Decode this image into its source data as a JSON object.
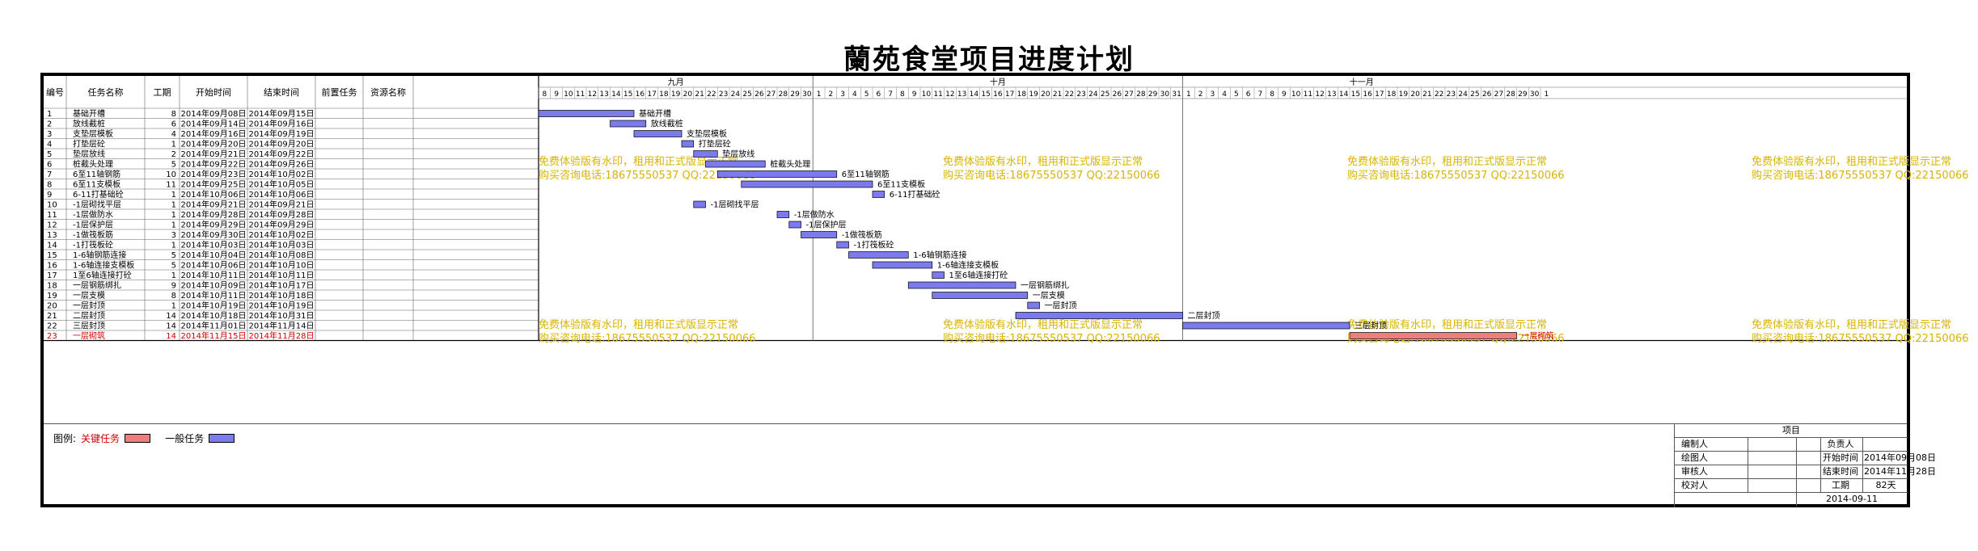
{
  "title": "蘭苑食堂项目进度计划",
  "table_headers": [
    "编号",
    "任务名称",
    "工期",
    "开始时间",
    "结束时间",
    "前置任务",
    "资源名称"
  ],
  "months": [
    "九月",
    "十月",
    "十一月"
  ],
  "month_days": {
    "sep": [
      "8",
      "9",
      "10",
      "11",
      "12",
      "13",
      "14",
      "15",
      "16",
      "17",
      "18",
      "19",
      "20",
      "21",
      "22",
      "23",
      "24",
      "25",
      "26",
      "27",
      "28",
      "29",
      "30"
    ],
    "oct": [
      "1",
      "2",
      "3",
      "4",
      "5",
      "6",
      "7",
      "8",
      "9",
      "10",
      "11",
      "12",
      "13",
      "14",
      "15",
      "16",
      "17",
      "18",
      "19",
      "20",
      "21",
      "22",
      "23",
      "24",
      "25",
      "26",
      "27",
      "28",
      "29",
      "30",
      "31"
    ],
    "nov": [
      "1",
      "2",
      "3",
      "4",
      "5",
      "6",
      "7",
      "8",
      "9",
      "10",
      "11",
      "12",
      "13",
      "14",
      "15",
      "16",
      "17",
      "18",
      "19",
      "20",
      "21",
      "22",
      "23",
      "24",
      "25",
      "26",
      "27",
      "28",
      "29",
      "30",
      "1"
    ]
  },
  "tasks": [
    {
      "id": "1",
      "name": "基础开槽",
      "duration": "8",
      "start": "2014年09月08日",
      "end": "2014年09月15日",
      "bar_label": "基础开槽",
      "critical": false
    },
    {
      "id": "2",
      "name": "放线截桩",
      "duration": "6",
      "start": "2014年09月14日",
      "end": "2014年09月16日",
      "bar_label": "放线截桩",
      "critical": false
    },
    {
      "id": "3",
      "name": "支垫层模板",
      "duration": "4",
      "start": "2014年09月16日",
      "end": "2014年09月19日",
      "bar_label": "支垫层模板",
      "critical": false
    },
    {
      "id": "4",
      "name": "打垫层砼",
      "duration": "1",
      "start": "2014年09月20日",
      "end": "2014年09月20日",
      "bar_label": "打垫层砼",
      "critical": false
    },
    {
      "id": "5",
      "name": "垫层放线",
      "duration": "2",
      "start": "2014年09月21日",
      "end": "2014年09月22日",
      "bar_label": "垫层放线",
      "critical": false
    },
    {
      "id": "6",
      "name": "桩截头处理",
      "duration": "5",
      "start": "2014年09月22日",
      "end": "2014年09月26日",
      "bar_label": "桩截头处理",
      "critical": false
    },
    {
      "id": "7",
      "name": "6至11轴钢筋",
      "duration": "10",
      "start": "2014年09月23日",
      "end": "2014年10月02日",
      "bar_label": "6至11轴钢筋",
      "critical": false
    },
    {
      "id": "8",
      "name": "6至11支模板",
      "duration": "11",
      "start": "2014年09月25日",
      "end": "2014年10月05日",
      "bar_label": "6至11支模板",
      "critical": false
    },
    {
      "id": "9",
      "name": "6-11打基础砼",
      "duration": "1",
      "start": "2014年10月06日",
      "end": "2014年10月06日",
      "bar_label": "6-11打基础砼",
      "critical": false
    },
    {
      "id": "10",
      "name": "-1层砌找平层",
      "duration": "1",
      "start": "2014年09月21日",
      "end": "2014年09月21日",
      "bar_label": "-1层砌找平层",
      "critical": false
    },
    {
      "id": "11",
      "name": "-1层做防水",
      "duration": "1",
      "start": "2014年09月28日",
      "end": "2014年09月28日",
      "bar_label": "-1层做防水",
      "critical": false
    },
    {
      "id": "12",
      "name": "-1层保护层",
      "duration": "1",
      "start": "2014年09月29日",
      "end": "2014年09月29日",
      "bar_label": "-1层保护层",
      "critical": false
    },
    {
      "id": "13",
      "name": "-1做筏板筋",
      "duration": "3",
      "start": "2014年09月30日",
      "end": "2014年10月02日",
      "bar_label": "-1做筏板筋",
      "critical": false
    },
    {
      "id": "14",
      "name": "-1打筏板砼",
      "duration": "1",
      "start": "2014年10月03日",
      "end": "2014年10月03日",
      "bar_label": "-1打筏板砼",
      "critical": false
    },
    {
      "id": "15",
      "name": "1-6轴钢筋连接",
      "duration": "5",
      "start": "2014年10月04日",
      "end": "2014年10月08日",
      "bar_label": "1-6轴钢筋连接",
      "critical": false
    },
    {
      "id": "16",
      "name": "1-6轴连接支模板",
      "duration": "5",
      "start": "2014年10月06日",
      "end": "2014年10月10日",
      "bar_label": "1-6轴连接支模板",
      "critical": false
    },
    {
      "id": "17",
      "name": "1至6轴连接打砼",
      "duration": "1",
      "start": "2014年10月11日",
      "end": "2014年10月11日",
      "bar_label": "1至6轴连接打砼",
      "critical": false
    },
    {
      "id": "18",
      "name": "一层钢筋绑扎",
      "duration": "9",
      "start": "2014年10月09日",
      "end": "2014年10月17日",
      "bar_label": "一层钢筋绑扎",
      "critical": false
    },
    {
      "id": "19",
      "name": "一层支模",
      "duration": "8",
      "start": "2014年10月11日",
      "end": "2014年10月18日",
      "bar_label": "一层支模",
      "critical": false
    },
    {
      "id": "20",
      "name": "一层封顶",
      "duration": "1",
      "start": "2014年10月19日",
      "end": "2014年10月19日",
      "bar_label": "一层封顶",
      "critical": false
    },
    {
      "id": "21",
      "name": "二层封顶",
      "duration": "14",
      "start": "2014年10月18日",
      "end": "2014年10月31日",
      "bar_label": "二层封顶",
      "critical": false
    },
    {
      "id": "22",
      "name": "三层封顶",
      "duration": "14",
      "start": "2014年11月01日",
      "end": "2014年11月14日",
      "bar_label": "三层封顶",
      "critical": false
    },
    {
      "id": "23",
      "name": "一层砌筑",
      "duration": "14",
      "start": "2014年11月15日",
      "end": "2014年11月28日",
      "bar_label": "一层砌筑",
      "critical": true
    }
  ],
  "legend": {
    "prefix": "图例:",
    "critical": "关键任务",
    "normal": "一般任务"
  },
  "colors": {
    "critical": "#f07d7d",
    "normal": "#7b7bee",
    "critical_text": "#d00000",
    "watermark": "#d8b400"
  },
  "watermark": {
    "line1": "免费体验版有水印，租用和正式版显示正常",
    "line2": "购买咨询电话:18675550537 QQ:22150066"
  },
  "info": {
    "header": "项目",
    "rows": [
      {
        "l1": "编制人",
        "v1": "",
        "l2": "负责人",
        "v2": ""
      },
      {
        "l1": "绘图人",
        "v1": "",
        "l2": "开始时间",
        "v2": "2014年09月08日"
      },
      {
        "l1": "审核人",
        "v1": "",
        "l2": "结束时间",
        "v2": "2014年11月28日"
      },
      {
        "l1": "校对人",
        "v1": "",
        "l2": "工期",
        "v2": "82天"
      }
    ],
    "date": "2014-09-11"
  }
}
